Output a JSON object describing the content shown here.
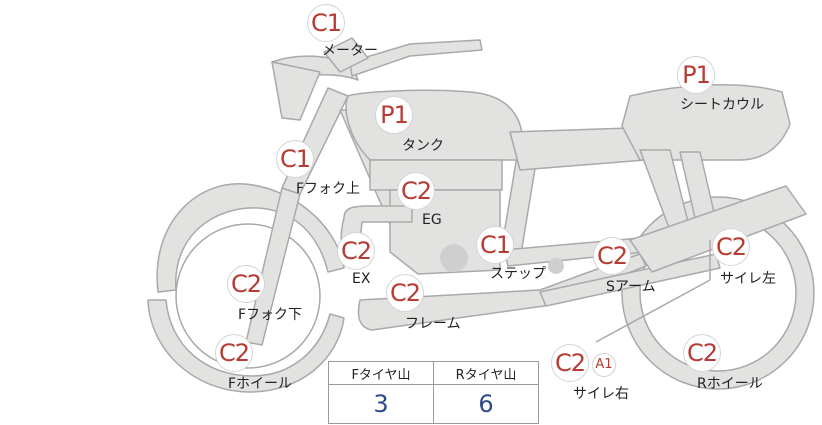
{
  "parts": [
    {
      "id": "meter",
      "code": "C1",
      "label": "メーター"
    },
    {
      "id": "seat-cowl",
      "code": "P1",
      "label": "シートカウル"
    },
    {
      "id": "tank",
      "code": "P1",
      "label": "タンク"
    },
    {
      "id": "f-fork-upper",
      "code": "C1",
      "label": "Fフォク上"
    },
    {
      "id": "eg",
      "code": "C2",
      "label": "EG"
    },
    {
      "id": "ex",
      "code": "C2",
      "label": "EX"
    },
    {
      "id": "step",
      "code": "C1",
      "label": "ステップ"
    },
    {
      "id": "s-arm",
      "code": "C2",
      "label": "Sアーム"
    },
    {
      "id": "muffler-left",
      "code": "C2",
      "label": "サイレ左"
    },
    {
      "id": "f-fork-lower",
      "code": "C2",
      "label": "Fフォク下"
    },
    {
      "id": "frame",
      "code": "C2",
      "label": "フレーム"
    },
    {
      "id": "f-wheel",
      "code": "C2",
      "label": "Fホイール"
    },
    {
      "id": "r-wheel",
      "code": "C2",
      "label": "Rホイール"
    },
    {
      "id": "muffler-right",
      "code": "C2",
      "extra": "A1",
      "label": "サイレ右"
    }
  ],
  "tread": {
    "front_label": "Fタイヤ山",
    "rear_label": "Rタイヤ山",
    "front_value": "3",
    "rear_value": "6"
  },
  "colors": {
    "grade_code": "#b73b32",
    "tread_value": "#2e4a8c",
    "bike_fill": "#e2e2e1"
  }
}
